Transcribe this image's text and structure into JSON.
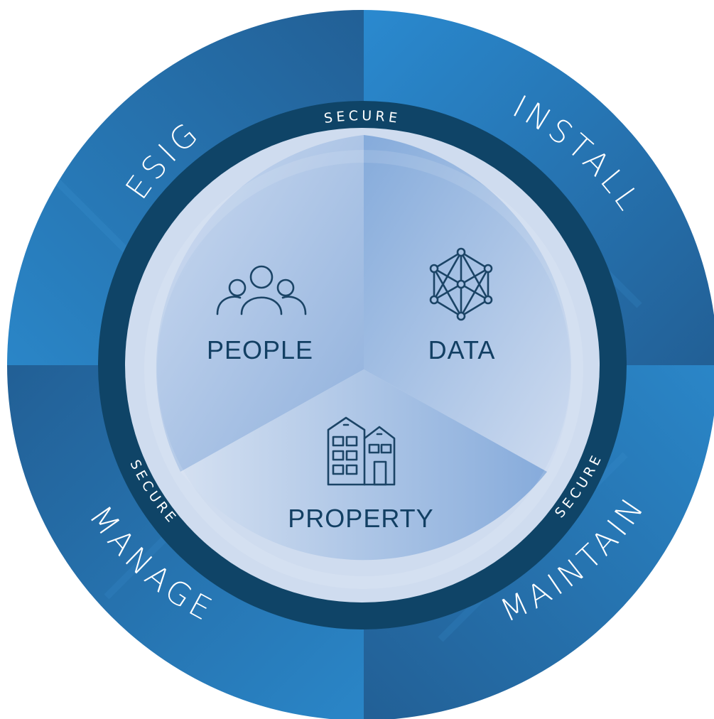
{
  "outer_phases": [
    {
      "id": "design",
      "label": "DESIGN"
    },
    {
      "id": "install",
      "label": "INSTALL"
    },
    {
      "id": "maintain",
      "label": "MAINTAIN"
    },
    {
      "id": "manage",
      "label": "MANAGE"
    }
  ],
  "ring_labels": [
    "SECURE",
    "SECURE",
    "SECURE"
  ],
  "segments": [
    {
      "id": "people",
      "label": "PEOPLE",
      "icon": "people-icon"
    },
    {
      "id": "data",
      "label": "DATA",
      "icon": "network-icon"
    },
    {
      "id": "property",
      "label": "PROPERTY",
      "icon": "building-icon"
    }
  ],
  "colors": {
    "outer_a": "#1e7fc0",
    "outer_b": "#2267a0",
    "ring": "#0f4467",
    "inner_light": "#c9d9ee",
    "inner_mid": "#8fb1dd",
    "text_dark": "#123f63"
  }
}
